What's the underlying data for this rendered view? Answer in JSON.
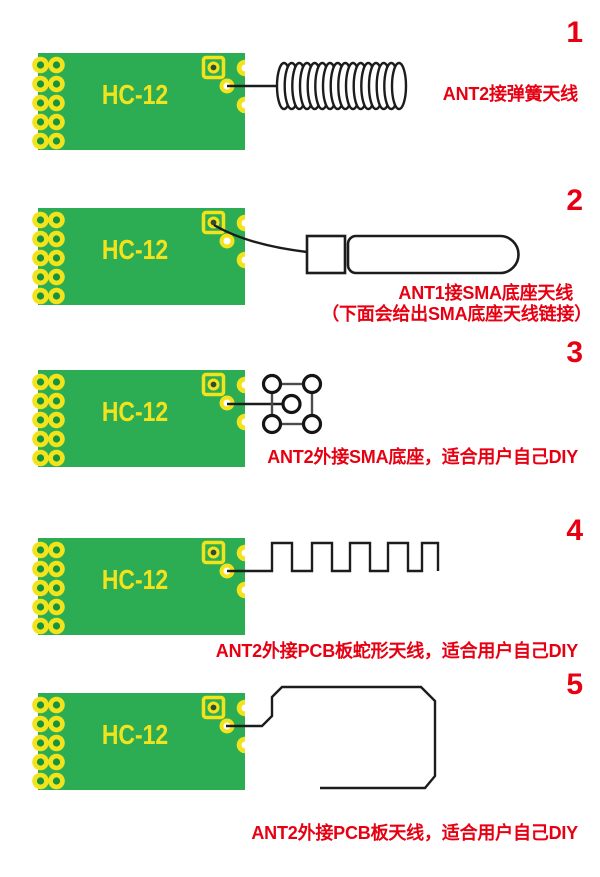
{
  "palette": {
    "board_green": "#2cad53",
    "pad_yellow": "#f2e31c",
    "accent_red": "#e60012",
    "line_black": "#1c1c1c"
  },
  "module": {
    "label": "HC-12"
  },
  "items": [
    {
      "num": "1",
      "caption": "ANT2接弹簧天线",
      "antenna": "spring-antenna"
    },
    {
      "num": "2",
      "caption": "ANT1接SMA底座天线",
      "caption2": "（下面会给出SMA底座天线链接）",
      "antenna": "sma-connector-antenna"
    },
    {
      "num": "3",
      "caption": "ANT2外接SMA底座，适合用户自己DIY",
      "antenna": "sma-footprint"
    },
    {
      "num": "4",
      "caption": "ANT2外接PCB板蛇形天线，适合用户自己DIY",
      "antenna": "meander-antenna"
    },
    {
      "num": "5",
      "caption": "ANT2外接PCB板天线，适合用户自己DIY",
      "antenna": "pcb-trace-antenna"
    }
  ]
}
